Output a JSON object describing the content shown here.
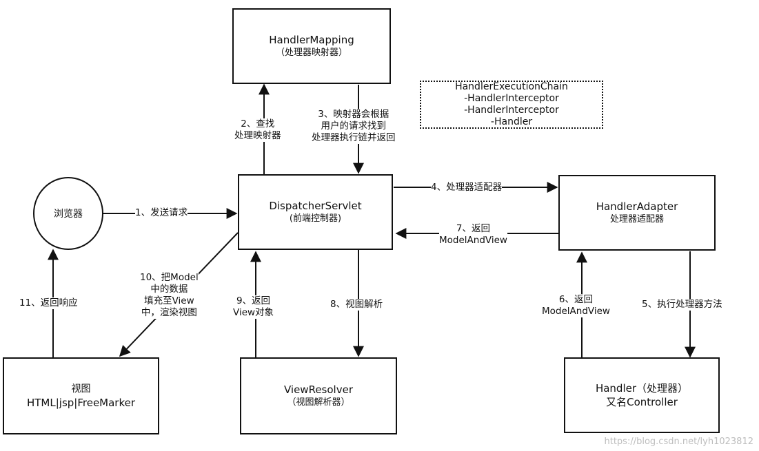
{
  "nodes": {
    "handler_mapping": {
      "title": "HandlerMapping",
      "sub": "（处理器映射器）"
    },
    "dispatcher": {
      "title": "DispatcherServlet",
      "sub": "(前端控制器)"
    },
    "handler_adapter": {
      "title": "HandlerAdapter",
      "sub": "处理器适配器"
    },
    "browser": {
      "title": "浏览器"
    },
    "view": {
      "title": "视图",
      "sub": "HTML|jsp|FreeMarker"
    },
    "view_resolver": {
      "title": "ViewResolver",
      "sub": "（视图解析器）"
    },
    "handler": {
      "title": "Handler（处理器）",
      "sub": "又名Controller"
    }
  },
  "chain": {
    "lines": [
      "HandlerExecutionChain",
      "-HandlerInterceptor",
      "-HandlerInterceptor",
      "-Handler"
    ]
  },
  "edges": {
    "e1": [
      "1、发送请求"
    ],
    "e2": [
      "2、查找",
      "处理映射器"
    ],
    "e3": [
      "3、映射器会根据",
      "用户的请求找到",
      "处理器执行链并返回"
    ],
    "e4": [
      "4、处理器适配器"
    ],
    "e5": [
      "5、执行处理器方法"
    ],
    "e6": [
      "6、返回",
      "ModelAndView"
    ],
    "e7": [
      "7、返回",
      "ModelAndView"
    ],
    "e8": [
      "8、视图解析"
    ],
    "e9": [
      "9、返回",
      "View对象"
    ],
    "e10": [
      "10、把Model",
      "中的数据",
      "填充至View",
      "中，渲染视图"
    ],
    "e11": [
      "11、返回响应"
    ]
  },
  "watermark": "https://blog.csdn.net/lyh1023812"
}
